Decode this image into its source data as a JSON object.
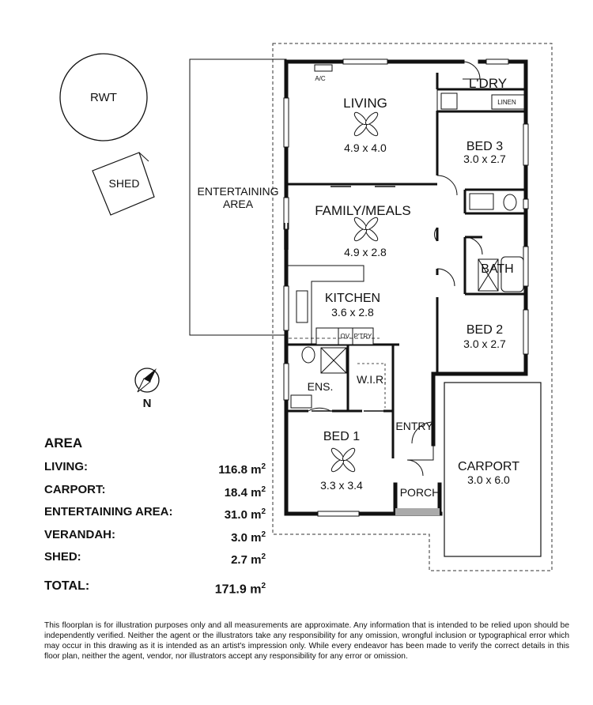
{
  "site": {
    "rwt": "RWT",
    "shed": "SHED",
    "entertaining": [
      "ENTERTAINING",
      "AREA"
    ],
    "north": "N"
  },
  "rooms": {
    "laundry": "L'DRY",
    "linen": "LINEN",
    "ac": "A/C",
    "living": {
      "name": "LIVING",
      "size": "4.9 x 4.0"
    },
    "family": {
      "name": "FAMILY/MEALS",
      "size": "4.9 x 2.8"
    },
    "kitchen": {
      "name": "KITCHEN",
      "size": "3.6 x 2.8"
    },
    "oven": "OV.",
    "pantry": "P'TRY",
    "bed3": {
      "name": "BED 3",
      "size": "3.0 x 2.7"
    },
    "bath": "BATH",
    "bed2": {
      "name": "BED 2",
      "size": "3.0 x 2.7"
    },
    "ens": "ENS.",
    "wir": "W.I.R.",
    "bed1": {
      "name": "BED 1",
      "size": "3.3 x 3.4"
    },
    "entry": "ENTRY",
    "porch": "PORCH",
    "carport": {
      "name": "CARPORT",
      "size": "3.0 x 6.0"
    }
  },
  "area": {
    "title": "AREA",
    "rows": [
      {
        "label": "LIVING:",
        "value": "116.8",
        "unit": "m",
        "sup": "2"
      },
      {
        "label": "CARPORT:",
        "value": "18.4",
        "unit": "m",
        "sup": "2"
      },
      {
        "label": "ENTERTAINING AREA:",
        "value": "31.0",
        "unit": "m",
        "sup": "2"
      },
      {
        "label": "VERANDAH:",
        "value": "3.0",
        "unit": "m",
        "sup": "2"
      },
      {
        "label": "SHED:",
        "value": "2.7",
        "unit": "m",
        "sup": "2"
      }
    ],
    "total": {
      "label": "TOTAL:",
      "value": "171.9",
      "unit": "m",
      "sup": "2"
    }
  },
  "disclaimer": "This floorplan is for illustration purposes only and all measurements are approximate. Any information that is intended to be relied upon should be independently verified. Neither the agent or the illustrators take any responsibility for any omission, wrongful inclusion or typographical error which may occur in this drawing as it is intended as an artist's impression only. While every endeavor has been made to verify the correct details in this floor plan, neither the agent, vendor, nor illustrators accept any responsibility for any error or omission."
}
